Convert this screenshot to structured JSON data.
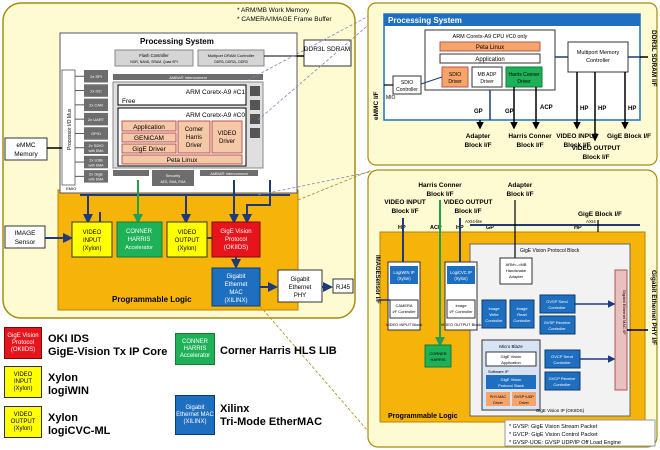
{
  "left": {
    "processing_system": "Processing System",
    "notes": [
      "* ARM/MB Work Memory",
      "* CAMERA/IMAGE Frame Buffer"
    ],
    "ddr": "DDR3L SDRAM",
    "emmc": "eMMC Memory",
    "flash_ctrl": "Flash Controller",
    "flash_sub": "NOR, NAND, SRAM, Quad SPI",
    "mp_dram": "Multiport DRAM Controller",
    "mp_dram_sub": "DDR3, DDR2L, DDR3",
    "io_blocks": [
      "2x SPI",
      "2x I2C",
      "2x CAN",
      "2x UART",
      "GPIO",
      "2x SDIO with DMA",
      "2x USB with DMA",
      "2x GigE with DMA"
    ],
    "io_mux": "Processor I/O Mux",
    "cpu1": "ARM Coretx-A9 #C1",
    "cpu1_os": "Free",
    "cpu0": "ARM Coretx-A9 #C0",
    "app": "Application",
    "genicam": "GENiCAM",
    "gige_driver": "GigE Driver",
    "corner_driver": "Corner Harris Driver",
    "video_driver": "VIDEO Driver",
    "peta_linux": "Peta Linux",
    "security": "Security AES, SHA, RSA",
    "amba_top": "AMBA® Interconnect",
    "amba_bot": "AMBA® Interconnect",
    "emio": "EMIO",
    "image_sensor": "IMAGE Sensor",
    "video_input": "VIDEO INPUT (Xylon)",
    "conner_harris": "CONNER HARRIS Accelerator",
    "video_output": "VIDEO OUTPUT (Xylon)",
    "gige_protocol": "GigE Vision Protocol (OKIIDS)",
    "gigabit_mac": "Gigabit Ethernet MAC (XILINX)",
    "gigabit_phy": "Gigabit Ethernet PHY",
    "rj45": "RJ45",
    "programmable_logic": "Programmable Logic"
  },
  "legend": [
    {
      "box": "GigE Vision Protocol (OKIIDS)",
      "lines": [
        "OKI IDS",
        "GigE-Vision Tx IP Core"
      ],
      "color": "#e8141b",
      "text_color": "#ffffff"
    },
    {
      "box": "VIDEO INPUT (Xylon)",
      "lines": [
        "Xylon",
        "logiWIN"
      ],
      "color": "#ffff00",
      "text_color": "#000000"
    },
    {
      "box": "VIDEO OUTPUT (Xylon)",
      "lines": [
        "Xylon",
        "logiCVC-ML"
      ],
      "color": "#ffff00",
      "text_color": "#000000"
    },
    {
      "box": "CONNER HARRIS Accelerator",
      "lines": [
        "Corner Harris  HLS  LIB"
      ],
      "color": "#1fb157",
      "text_color": "#ffffff"
    },
    {
      "box": "Gigabit Ethernet MAC (XILINX)",
      "lines": [
        "Xilinx",
        "Tri-Mode EtherMAC"
      ],
      "color": "#1f6fc0",
      "text_color": "#ffffff"
    }
  ],
  "right_top": {
    "processing_system": "Processing System",
    "cpu": "ARM Coretx-A9 CPU #C0 only",
    "peta": "Peta Linux",
    "app": "Application",
    "sdio_ctrl": "SDIO Controller",
    "sdio_drv": "SDIO Driver",
    "mb_adp": "MB ADP Driver",
    "harris_drv": "Harris Conner Driver",
    "mp_ctrl": "Multiport Memory Controller",
    "emmc_if": "eMMC I/F",
    "ddr_if": "DDR3L SDRAM I/F",
    "mio": "MIO",
    "gp": "GP",
    "acp": "ACP",
    "hp": "HP",
    "adapter_if": "Adapter Block I/F",
    "harris_if": "Harris Conner Block I/F",
    "video_input_if": "VIDEO INPUT Block I/F",
    "video_output_if": "VIDEO OUTPUT Block I/F",
    "gige_if": "GigE Block I/F"
  },
  "right_bottom": {
    "harris_if": "Harris Conner Block I/F",
    "adapter_if": "Adapter Block I/F",
    "video_input_if": "VIDEO INPUT Block I/F",
    "video_output_if": "VIDEO OUTPUT Block I/F",
    "gige_if": "GigE Block I/F",
    "image_sensor_if": "IMAGESensor I/F",
    "gigabit_if": "Gigabit Ethernet PHY I/F",
    "gige_protocol_block": "GigE Vision Protocol Block",
    "axi_lite": "AXI4-lite",
    "axi4": "AXI4",
    "logiwin": "LogiWIN IP (Xylon)",
    "logicvc": "LogiCVC IP (Xylon)",
    "camera_if": "CAMERA I/F Controller",
    "image_if": "Image I/F Controller",
    "video_input_block": "VIDEO INPUT Block",
    "video_output_block": "VIDEO OUTPUT Block",
    "arm_mb": "ARM<->MB Handshake Adapter",
    "image_write": "Image Write Controller",
    "image_read": "Image Read Controller",
    "gvsp_send": "GVSP Send Controller",
    "gvsp_recv": "GVSP Receive Controller",
    "micro_blaze": "Micro Blaze",
    "gige_app": "GigE Vision Application",
    "software_ip": "Software IP",
    "gige_stack": "GigE Vision Protocol Stack",
    "phy_mac": "PHY-MAC Driver",
    "gvsp_udp": "GVSP+UDP Driver",
    "gvcp_send": "GVCP Send Controller",
    "gvcp_recv": "GVCP Receive Controller",
    "mac_if": "Gigabit Ethernet MAC I/F",
    "gige_ip": "GigE Vision IP (OKIIDS)",
    "corner_harris": "CORNER HARRIS",
    "programmable_logic": "Programmable Logic",
    "hp": "HP",
    "acp": "ACP",
    "gp": "GP",
    "glossary": [
      "* GVSP: GigE Vision Stream Packet",
      "* GVCP: GigE Vision Control Packet",
      "* GVSP-UOE: GVSP UDP/IP Off Load Engine"
    ]
  }
}
